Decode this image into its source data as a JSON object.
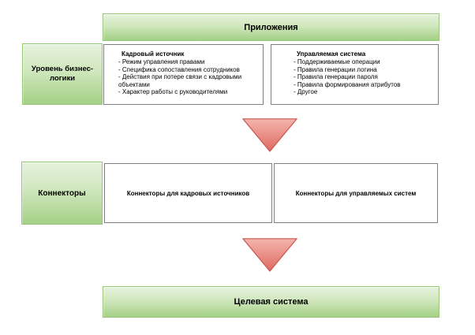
{
  "diagram": {
    "header": {
      "label": "Приложения"
    },
    "business_logic_row": {
      "label": "Уровень бизнес-логики",
      "hr_source": {
        "title": "Кадровый источник",
        "items": [
          "- Режим управления правами",
          "- Специфика сопоставления сотрудников",
          "- Действия при потере связи с кадровыми объектами",
          "- Характер работы с руководителями"
        ]
      },
      "managed_system": {
        "title": "Управляемая система",
        "items": [
          "- Поддерживаемые операции",
          "- Правила генерации логина",
          "- Правила генерации пароля",
          "- Правила формирования атрибутов",
          "- Другое"
        ]
      }
    },
    "connectors_row": {
      "label": "Коннекторы",
      "hr_connectors_label": "Коннекторы для кадровых источников",
      "managed_connectors_label": "Коннекторы для управляемых систем"
    },
    "target_system": {
      "label": "Целевая система"
    },
    "icons": {
      "down_arrow": "triangle-down"
    },
    "colors": {
      "green_light": "#e7f2de",
      "green_dark": "#a4d086",
      "green_border": "#95c777",
      "box_border": "#7f7f7f",
      "arrow_light": "#f5b5ae",
      "arrow_dark": "#dd6a60",
      "arrow_border": "#c9564e"
    }
  }
}
